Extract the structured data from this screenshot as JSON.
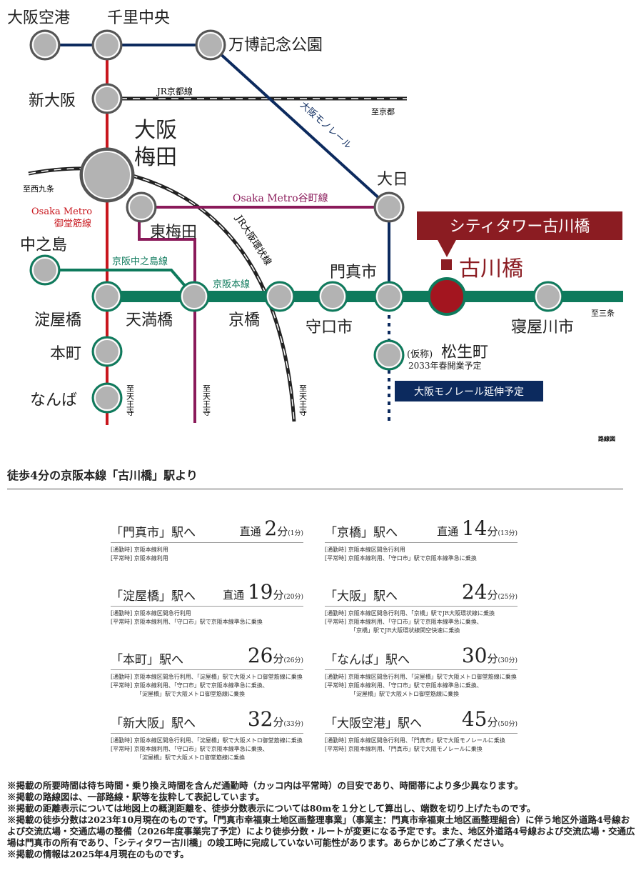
{
  "map": {
    "stations": {
      "osaka_airport": "大阪空港",
      "senri_chuo": "千里中央",
      "banpaku": "万博記念公園",
      "shin_osaka": "新大阪",
      "umeda_1": "大阪",
      "umeda_2": "梅田",
      "higashi_umeda": "東梅田",
      "dainichi": "大日",
      "nakanoshima": "中之島",
      "yodoyabashi": "淀屋橋",
      "temmabashi": "天満橋",
      "kyobashi": "京橋",
      "moriguchishi": "守口市",
      "kadomashi": "門真市",
      "furukawabashi": "古川橋",
      "neyagawashi": "寝屋川市",
      "hommachi": "本町",
      "namba": "なんば",
      "matsuocho_prefix": "(仮称)",
      "matsuocho": "松生町",
      "matsuocho_note": "2033年春開業予定"
    },
    "lines": {
      "jr_kyoto": "JR京都線",
      "monorail": "大阪モノレール",
      "tanimachi": "Osaka Metro谷町線",
      "midosuji_1": "Osaka Metro",
      "midosuji_2": "御堂筋線",
      "nakanoshima_line": "京阪中之島線",
      "keihan_main": "京阪本線",
      "jr_loop": "JR大阪環状線"
    },
    "directions": {
      "kyoto": "至京都",
      "nishikujo": "至西九条",
      "sanjo": "至三条",
      "tennoji": "至天王寺"
    },
    "callout": "シティタワー古川橋",
    "monorail_extension": "大阪モノレール延伸予定",
    "map_caption": "路線図",
    "colors": {
      "midosuji": "#c8161d",
      "monorail": "#0c2a5e",
      "tanimachi": "#8a1a5a",
      "keihan": "#0e7a5c",
      "property": "#8b1c22"
    }
  },
  "heading": "徒歩4分の京阪本線「古川橋」駅より",
  "routes": [
    {
      "dest": "「門真市」駅へ",
      "prefix": "直通",
      "min": "2",
      "unit": "分",
      "alt": "(1分)",
      "notes": [
        "[通勤時] 京阪本線利用",
        "[平常時] 京阪本線利用"
      ]
    },
    {
      "dest": "「京橋」駅へ",
      "prefix": "直通",
      "min": "14",
      "unit": "分",
      "alt": "(13分)",
      "notes": [
        "[通勤時] 京阪本線区間急行利用",
        "[平常時] 京阪本線利用、「守口市」駅で京阪本線準急に乗換"
      ]
    },
    {
      "dest": "「淀屋橋」駅へ",
      "prefix": "直通",
      "min": "19",
      "unit": "分",
      "alt": "(20分)",
      "notes": [
        "[通勤時] 京阪本線区間急行利用",
        "[平常時] 京阪本線利用、「守口市」駅で京阪本線準急に乗換"
      ]
    },
    {
      "dest": "「大阪」駅へ",
      "prefix": "",
      "min": "24",
      "unit": "分",
      "alt": "(25分)",
      "notes": [
        "[通勤時] 京阪本線区間急行利用、「京橋」駅でJR大阪環状線に乗換",
        "[平常時] 京阪本線利用、「守口市」駅で京阪本線準急に乗換、",
        "「京橋」駅でJR大阪環状線関空快速に乗換"
      ]
    },
    {
      "dest": "「本町」駅へ",
      "prefix": "",
      "min": "26",
      "unit": "分",
      "alt": "(26分)",
      "notes": [
        "[通勤時] 京阪本線区間急行利用、「淀屋橋」駅で大阪メトロ御堂筋線に乗換",
        "[平常時] 京阪本線利用、「守口市」駅で京阪本線準急に乗換、",
        "「淀屋橋」駅で大阪メトロ御堂筋線に乗換"
      ]
    },
    {
      "dest": "「なんば」駅へ",
      "prefix": "",
      "min": "30",
      "unit": "分",
      "alt": "(30分)",
      "notes": [
        "[通勤時] 京阪本線区間急行利用、「淀屋橋」駅で大阪メトロ御堂筋線に乗換",
        "[平常時] 京阪本線利用、「守口市」駅で京阪本線準急に乗換、",
        "「淀屋橋」駅で大阪メトロ御堂筋線に乗換"
      ]
    },
    {
      "dest": "「新大阪」駅へ",
      "prefix": "",
      "min": "32",
      "unit": "分",
      "alt": "(33分)",
      "notes": [
        "[通勤時] 京阪本線区間急行利用、「淀屋橋」駅で大阪メトロ御堂筋線に乗換",
        "[平常時] 京阪本線利用、「守口市」駅で京阪本線準急に乗換、",
        "「淀屋橋」駅で大阪メトロ御堂筋線に乗換"
      ]
    },
    {
      "dest": "「大阪空港」駅へ",
      "prefix": "",
      "min": "45",
      "unit": "分",
      "alt": "(50分)",
      "notes": [
        "[通勤時] 京阪本線区間急行利用、「門真市」駅で大阪モノレールに乗換",
        "[平常時] 京阪本線利用、「門真市」駅で大阪モノレールに乗換"
      ]
    }
  ],
  "footnotes": [
    "※掲載の所要時間は待ち時間・乗り換え時間を含んだ通勤時（カッコ内は平常時）の目安であり、時間帯により多少異なります。",
    "※掲載の路線図は、一部路線・駅等を抜粋して表記しています。",
    "※掲載の距離表示については地図上の概測距離を、徒歩分数表示については80mを１分として算出し、端数を切り上げたものです。",
    "※掲載の徒歩分数は2023年10月現在のものです。「門真市幸福東土地区画整理事業」（事業主：門真市幸福東土地区画整理組合）に伴う地区外道路4号線および交流広場・交通広場の整備（2026年度事業完了予定）により徒歩分数・ルートが変更になる予定です。また、地区外道路4号線および交流広場・交通広場は門真市の所有であり、「シティタワー古川橋」の竣工時に完成していない可能性があります。あらかじめご了承ください。",
    "※掲載の情報は2025年4月現在のものです。"
  ]
}
